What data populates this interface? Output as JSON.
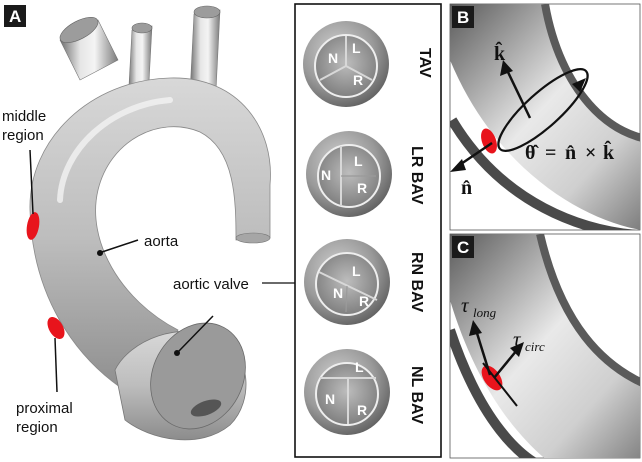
{
  "panel_a": {
    "letter": "A",
    "labels": {
      "middle_region_line1": "middle",
      "middle_region_line2": "region",
      "aorta": "aorta",
      "aortic_valve": "aortic valve",
      "proximal_region_line1": "proximal",
      "proximal_region_line2": "region"
    }
  },
  "valves": [
    {
      "type_label": "TAV",
      "cusps": [
        "N",
        "L",
        "R"
      ]
    },
    {
      "type_label": "LR BAV",
      "cusps": [
        "N",
        "L",
        "R"
      ]
    },
    {
      "type_label": "RN BAV",
      "cusps": [
        "N",
        "L",
        "R"
      ]
    },
    {
      "type_label": "NL BAV",
      "cusps": [
        "N",
        "L",
        "R"
      ]
    }
  ],
  "panel_b": {
    "letter": "B",
    "k_hat": "k̂",
    "n_hat": "n̂",
    "theta_eq": {
      "theta": "θ̂",
      "eq": "=",
      "n": "n̂",
      "times": "×",
      "k": "k̂"
    }
  },
  "panel_c": {
    "letter": "C",
    "tau": "τ",
    "sub_long": "long",
    "sub_circ": "circ"
  },
  "colors": {
    "region_marker": "#e8141c",
    "panel_letter_bg": "#1a1a1a",
    "tissue_gray": "#9a9a9a"
  }
}
